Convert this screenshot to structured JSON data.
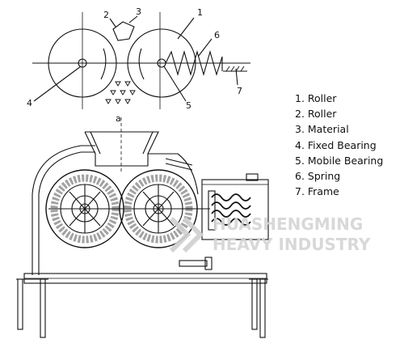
{
  "callouts": {
    "c1": "1",
    "c2": "2",
    "c3": "3",
    "c4": "4",
    "c5": "5",
    "c6": "6",
    "c7": "7",
    "a": "a"
  },
  "legend": [
    "1. Roller",
    "2. Roller",
    "3. Material",
    "4. Fixed Bearing",
    "5. Mobile Bearing",
    "6. Spring",
    "7. Frame"
  ],
  "watermark": {
    "line1": "HUASHENGMING",
    "line2": "HEAVY INDUSTRY"
  }
}
